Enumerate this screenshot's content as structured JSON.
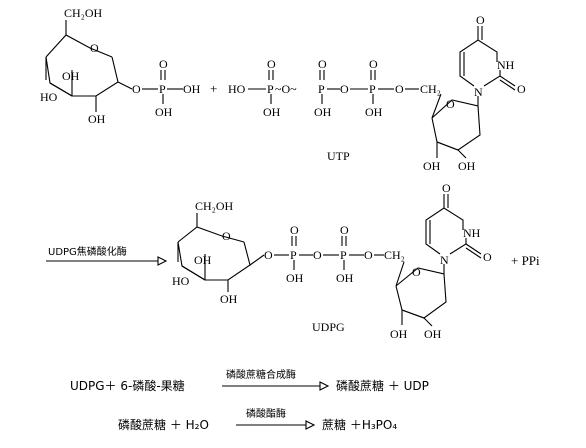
{
  "reaction1": {
    "glucose1p": {
      "ch2oh": "CH₂OH",
      "ring_o": "O",
      "oh1": "OH",
      "oh2": "HO",
      "oh3": "OH",
      "ester_o": "O",
      "p": "P",
      "p_oh": "OH",
      "p_oh2": "OH",
      "p_o": "O"
    },
    "plus1": "+",
    "utp": {
      "ho": "HO",
      "p1": "P",
      "p2": "P",
      "p3": "P",
      "tilde1": "~O~",
      "tilde2": "O",
      "o_link": "O",
      "oh_p1": "OH",
      "oh_p2": "OH",
      "oh_p3": "OH",
      "o_top1": "O",
      "o_top2": "O",
      "o_top3": "O",
      "ch2": "CH₂",
      "ring_o": "O",
      "n1": "N",
      "nh": "NH",
      "o_c4": "O",
      "o_c2": "O",
      "oh_l": "OH",
      "oh_r": "OH",
      "name": "UTP"
    }
  },
  "reaction2": {
    "enzyme": "UDPG焦磷酸化酶",
    "udpg": {
      "ch2oh": "CH₂OH",
      "ring_o": "O",
      "oh1": "OH",
      "oh2": "HO",
      "oh3": "OH",
      "o1": "O",
      "p1": "P",
      "o2": "O",
      "p2": "P",
      "o3": "O",
      "oh_p1": "OH",
      "oh_p2": "OH",
      "o_top1": "O",
      "o_top2": "O",
      "ch2": "CH₂",
      "ring_o2": "O",
      "n1": "N",
      "nh": "NH",
      "o_c4": "O",
      "o_c2": "O",
      "oh_l": "OH",
      "oh_r": "OH",
      "name": "UDPG"
    },
    "plus": "+ PPi"
  },
  "reaction3": {
    "left": "UDPG＋ 6-磷酸-果糖",
    "enzyme": "磷酸蔗糖合成酶",
    "right": "磷酸蔗糖 ＋ UDP"
  },
  "reaction4": {
    "left": "磷酸蔗糖 ＋ H₂O",
    "enzyme": "磷酸酯酶",
    "right": "蔗糖 ＋H₃PO₄"
  }
}
